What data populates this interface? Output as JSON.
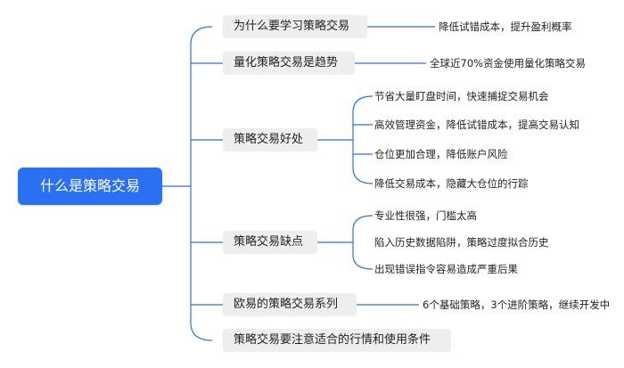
{
  "root": {
    "label": "什么是策略交易"
  },
  "branches": [
    {
      "label": "为什么要学习策略交易",
      "children": [
        "降低试错成本，提升盈利概率"
      ]
    },
    {
      "label": "量化策略交易是趋势",
      "children": [
        "全球近70%资金使用量化策略交易"
      ]
    },
    {
      "label": "策略交易好处",
      "children": [
        "节省大量盯盘时间，快速捕捉交易机会",
        "高效管理资金，降低试错成本，提高交易认知",
        "仓位更加合理，降低账户风险",
        "降低交易成本，隐藏大仓位的行踪"
      ]
    },
    {
      "label": "策略交易缺点",
      "children": [
        "专业性很强，门槛太高",
        "陷入历史数据陷阱，策略过度拟合历史",
        "出现错误指令容易造成严重后果"
      ]
    },
    {
      "label": "欧易的策略交易系列",
      "children": [
        "6个基础策略，3个进阶策略，继续开发中"
      ]
    },
    {
      "label": "策略交易要注意适合的行情和使用条件",
      "children": []
    }
  ],
  "colors": {
    "accent": "#2b6ff2",
    "node_bg": "#eeeeee",
    "connector": "#2b6ff2"
  }
}
